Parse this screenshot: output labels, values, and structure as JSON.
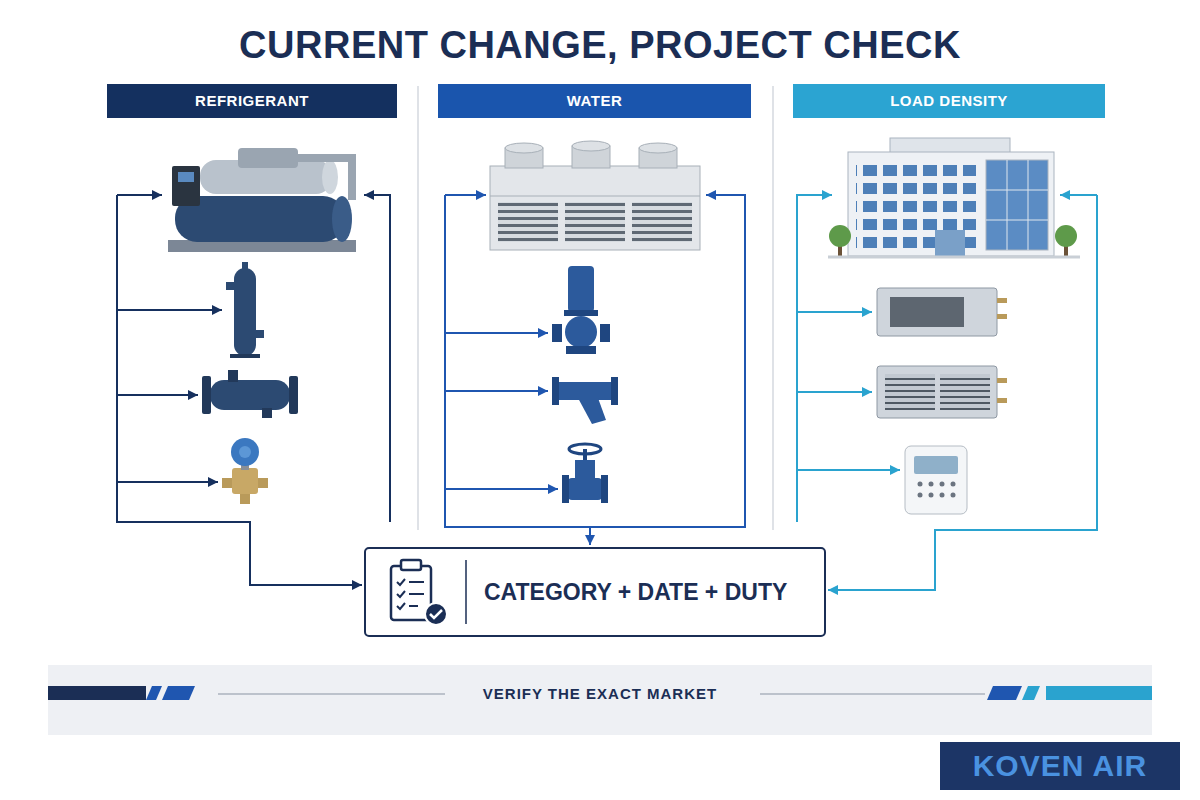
{
  "diagram": {
    "title": "CURRENT CHANGE, PROJECT CHECK",
    "nodes": [
      {
        "text": [
          "REFRIGERANT"
        ]
      },
      {
        "text": [
          "WATER"
        ]
      },
      {
        "text": [
          "LOAD DENSITY"
        ]
      },
      {
        "text": [
          "CATEGORY + DATE + DUTY"
        ]
      },
      {
        "text": [
          "VERIFY THE EXACT MARKET"
        ]
      },
      {
        "text": [
          "KOVEN AIR"
        ]
      }
    ]
  }
}
